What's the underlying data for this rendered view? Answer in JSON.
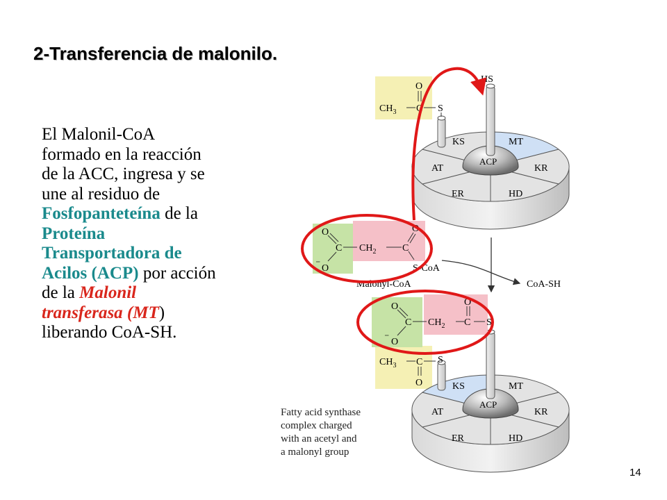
{
  "title": "2-Transferencia de malonilo.",
  "paragraph": {
    "intro_lines": [
      "El Malonil-CoA",
      "formado en la reacción",
      "de la ACC, ingresa y se",
      "une al residuo de"
    ],
    "fosfo": "Fosfopanteteína",
    "de_la_1": " de la",
    "proteina_lines": [
      "Proteína",
      "Transportadora de",
      "Acilos (ACP)"
    ],
    "por_accion": " por acción",
    "de_la_2": "de la ",
    "malonil": "Malonil",
    "transferasa": "transferasa (MT",
    "paren_close": ")",
    "ending": "liberando CoA-SH."
  },
  "figure": {
    "top_complex": {
      "hs": "HS",
      "acetyl_ch3": "CH",
      "acetyl_sub": "3",
      "acetyl_c": "C",
      "acetyl_s": "S",
      "acetyl_o": "O",
      "segments": [
        "KS",
        "MT",
        "AT",
        "KR",
        "ER",
        "HD"
      ],
      "center": "ACP"
    },
    "malonyl_coa": {
      "o_top": "O",
      "o_bottom": "O",
      "o_minus": "⁻",
      "c1": "C",
      "ch2": "CH",
      "ch2_sub": "2",
      "c2": "C",
      "o_right": "O",
      "scoa": "S-CoA",
      "label": "Malonyl-CoA",
      "product": "CoA-SH"
    },
    "bottom_complex": {
      "o_top": "O",
      "o_bottom": "O",
      "o_minus": "⁻",
      "c1": "C",
      "ch2": "CH",
      "ch2_sub": "2",
      "c2": "C",
      "o_right": "O",
      "s_mal": "S",
      "acetyl_ch3": "CH",
      "acetyl_sub": "3",
      "acetyl_c": "C",
      "acetyl_s": "S",
      "acetyl_o": "O",
      "segments": [
        "KS",
        "MT",
        "AT",
        "KR",
        "ER",
        "HD"
      ],
      "center": "ACP"
    },
    "caption_lines": [
      "Fatty acid synthase",
      "complex charged",
      "with an acetyl and",
      "a malonyl group"
    ]
  },
  "page_number": "14",
  "colors": {
    "teal": "#1a8a8c",
    "red": "#d9261c",
    "highlight_yellow": "#f5f0b4",
    "highlight_green": "#c6e3a6",
    "highlight_pink": "#f5c0c8",
    "segment_blue": "#cfe0f5"
  }
}
